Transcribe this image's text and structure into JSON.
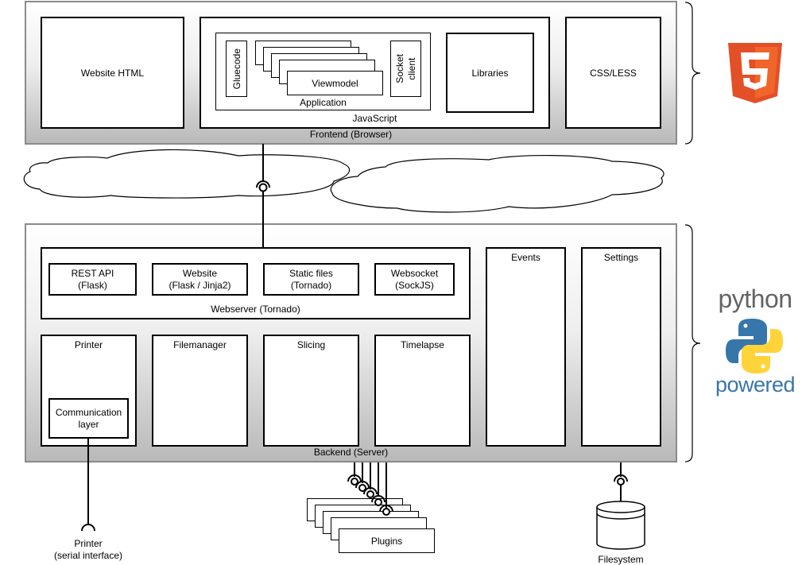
{
  "frontend": {
    "label": "Frontend (Browser)",
    "website_html": "Website HTML",
    "javascript": "JavaScript",
    "application": "Application",
    "gluecode": "Gluecode",
    "viewmodel": "Viewmodel",
    "socket_client": "Socket\nclient",
    "libraries": "Libraries",
    "css_less": "CSS/LESS"
  },
  "backend": {
    "label": "Backend (Server)",
    "webserver": {
      "label": "Webserver (Tornado)",
      "components": [
        {
          "label": "REST API\n(Flask)"
        },
        {
          "label": "Website\n(Flask / Jinja2)"
        },
        {
          "label": "Static files\n(Tornado)"
        },
        {
          "label": "Websocket\n(SockJS)"
        }
      ]
    },
    "events": "Events",
    "settings": "Settings",
    "printer": "Printer",
    "communication_layer": "Communication\nlayer",
    "filemanager": "Filemanager",
    "slicing": "Slicing",
    "timelapse": "Timelapse"
  },
  "external": {
    "printer_serial": "Printer\n(serial interface)",
    "plugins": "Plugins",
    "filesystem": "Filesystem"
  },
  "logos": {
    "html5_number": "5",
    "python_word": "python",
    "powered_word": "powered"
  },
  "colors": {
    "html5_orange": "#e34f26",
    "html5_orange_light": "#f06529",
    "python_blue": "#3776ab",
    "python_yellow": "#ffd43b",
    "python_text": "#646464",
    "powered_text": "#3776ab",
    "layer_border": "#8a8a8a"
  }
}
